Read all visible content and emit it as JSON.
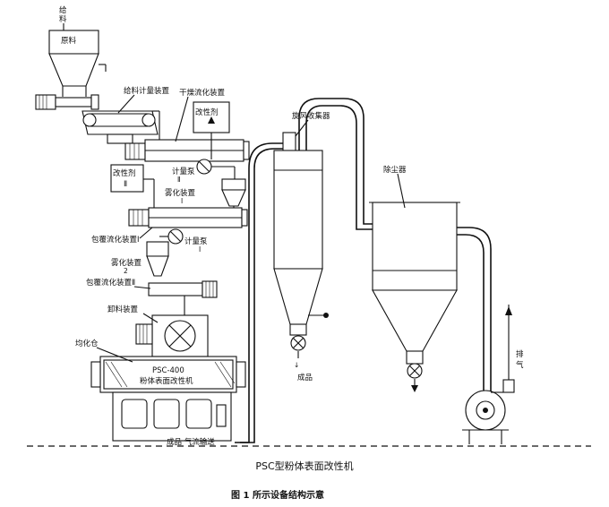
{
  "labels": {
    "feed_top": "给",
    "feed_bottom": "料",
    "raw_material": "原料",
    "feed_meter": "给料计量装置",
    "dry_fluid": "干燥流化装置",
    "modifier_top": "改性剂",
    "modifier_mid_a": "改性剂",
    "modifier_mid_b": "Ⅱ",
    "meter_pump1_a": "计量泵",
    "meter_pump1_b": "Ⅱ",
    "atomizer1": "雾化装置",
    "atomizer1_b": "Ⅰ",
    "coat_fluid1": "包覆流化装置Ⅰ",
    "meter_pump2_a": "计量泵",
    "meter_pump2_b": "Ⅰ",
    "atomizer2": "雾化装置",
    "atomizer2_b": "2",
    "coat_fluid2": "包覆流化装置Ⅱ",
    "discharge": "卸料装置",
    "homog_bin": "均化仓",
    "machine_model": "PSC-400",
    "machine_name": "粉体表面改性机",
    "cyclone": "旋风收集器",
    "dust_collector": "除尘器",
    "product_arrow": "成品",
    "exhaust_a": "排",
    "exhaust_b": "气",
    "conveying": "成品 气流输送"
  },
  "caption": "PSC型粉体表面改性机",
  "figure_caption": "图 1   所示设备结构示意"
}
